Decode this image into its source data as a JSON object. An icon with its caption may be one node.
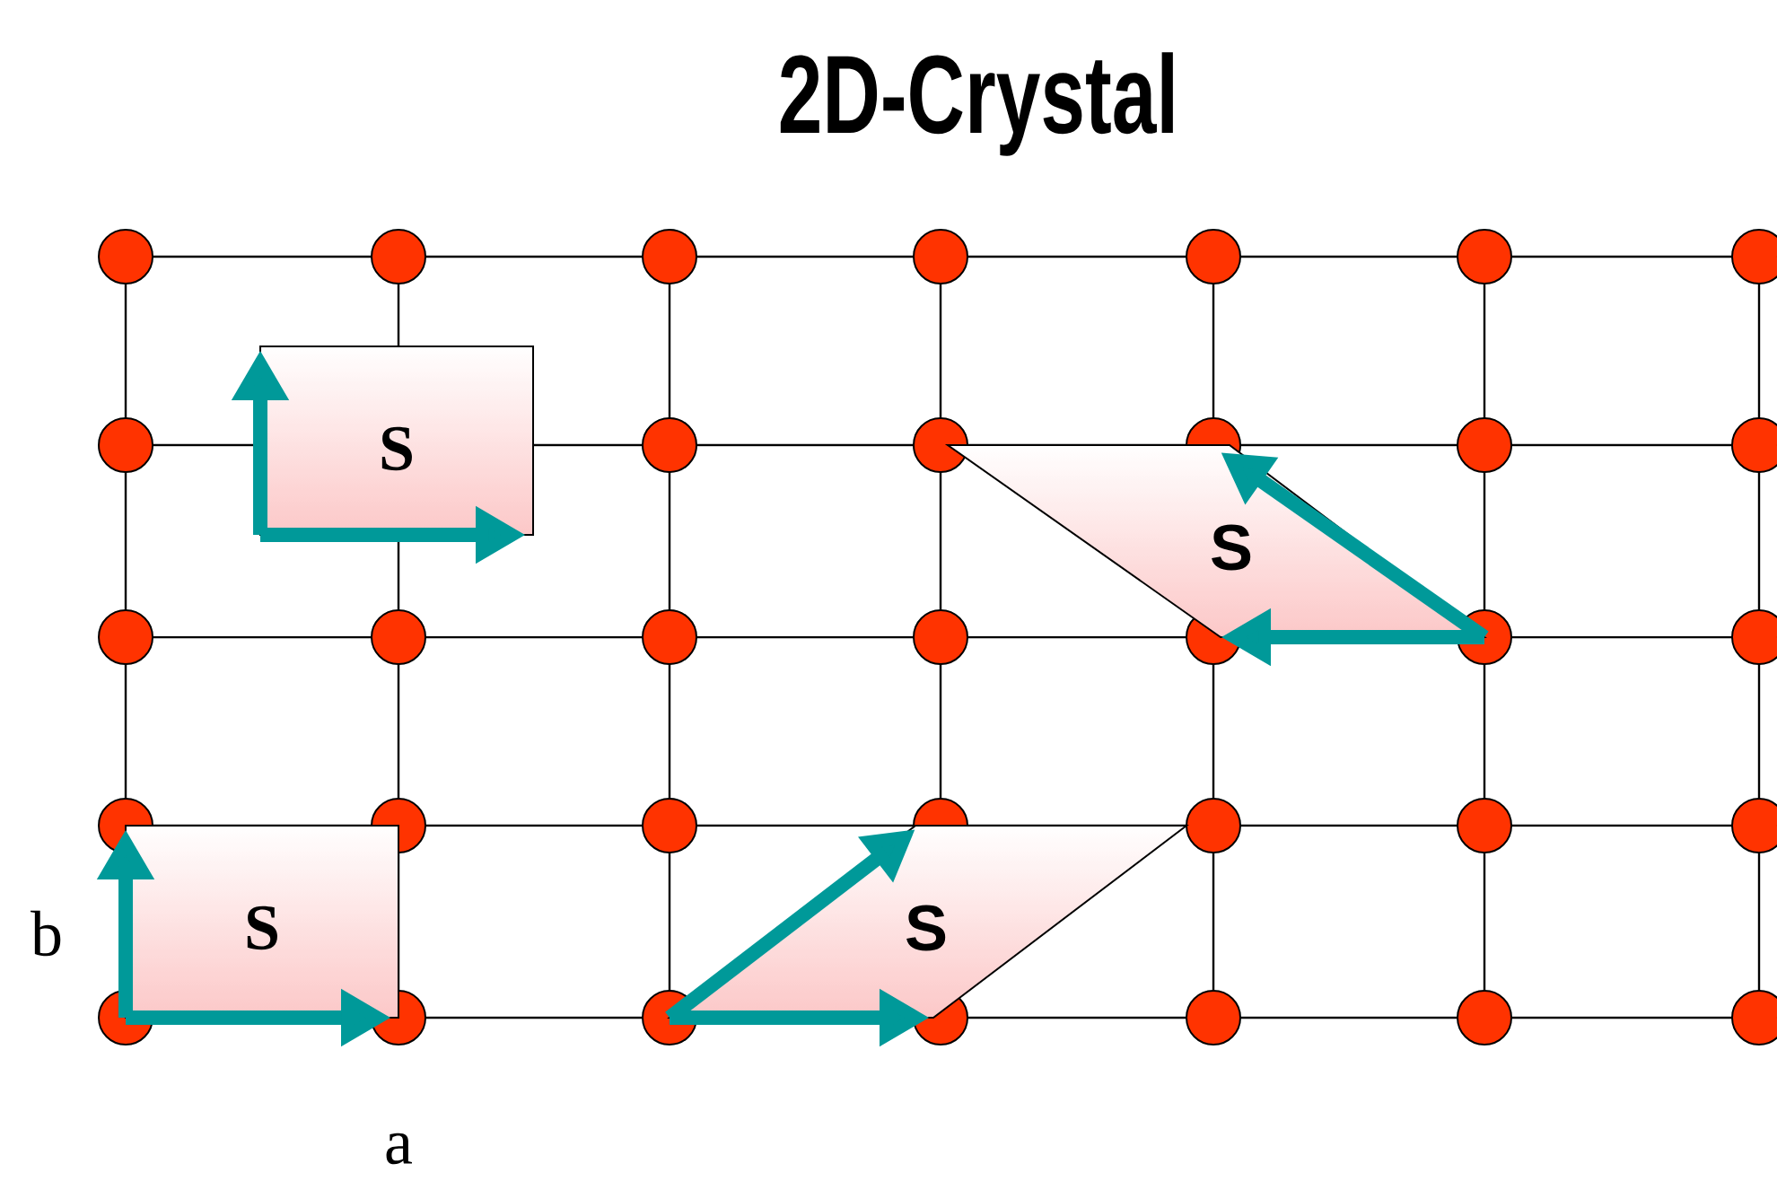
{
  "diagram": {
    "title": "2D-Crystal",
    "nodes": [
      {
        "text": [
          "S"
        ]
      },
      {
        "text": [
          "S"
        ]
      },
      {
        "text": [
          "S"
        ]
      },
      {
        "text": [
          "S"
        ]
      }
    ],
    "labels": [
      "b",
      "a"
    ]
  }
}
